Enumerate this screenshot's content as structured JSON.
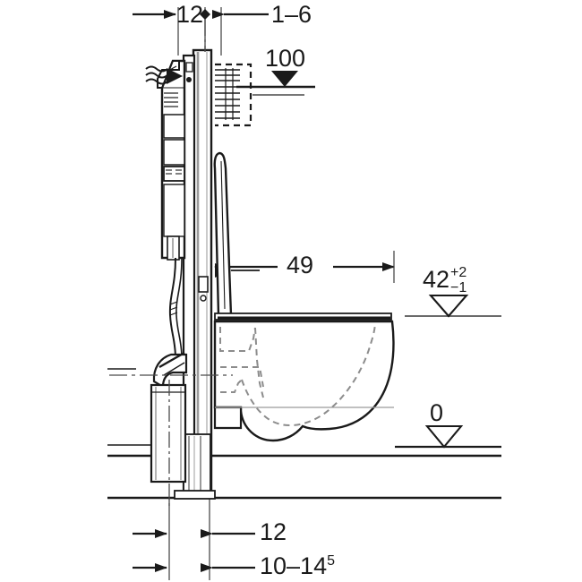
{
  "drawing": {
    "title": "Wall-hung WC frame installation section",
    "units": "cm",
    "stroke_color": "#1a1a1a",
    "fill_color": "#ffffff",
    "hidden_line_color": "#7a7a7a",
    "thin_line_color": "#8c8c8c"
  },
  "dimensions": {
    "top_left": {
      "value": "12",
      "marker": "arrow-right"
    },
    "top_right": {
      "value": "1–6",
      "marker": "arrow-left"
    },
    "height_100": {
      "value": "100",
      "marker": "filled-triangle-down"
    },
    "depth_49": {
      "value": "49",
      "marker": "double-arrow"
    },
    "height_42": {
      "value": "42",
      "tol_plus": "+2",
      "tol_minus": "−1",
      "marker": "hollow-triangle-down"
    },
    "level_0": {
      "value": "0",
      "marker": "hollow-triangle-down"
    },
    "bottom_12": {
      "value": "12",
      "marker": "arrow-left"
    },
    "bottom_10_14": {
      "value": "10–14",
      "superscript": "5",
      "marker": "arrow-left"
    }
  },
  "symbols": {
    "water_supply": "water-supply-wavy-arrow",
    "pointer_cistern": "leader-arrow-right",
    "pointer_seat": "leader-arrow-left",
    "pointer_flushplate": "leader-line-right"
  }
}
